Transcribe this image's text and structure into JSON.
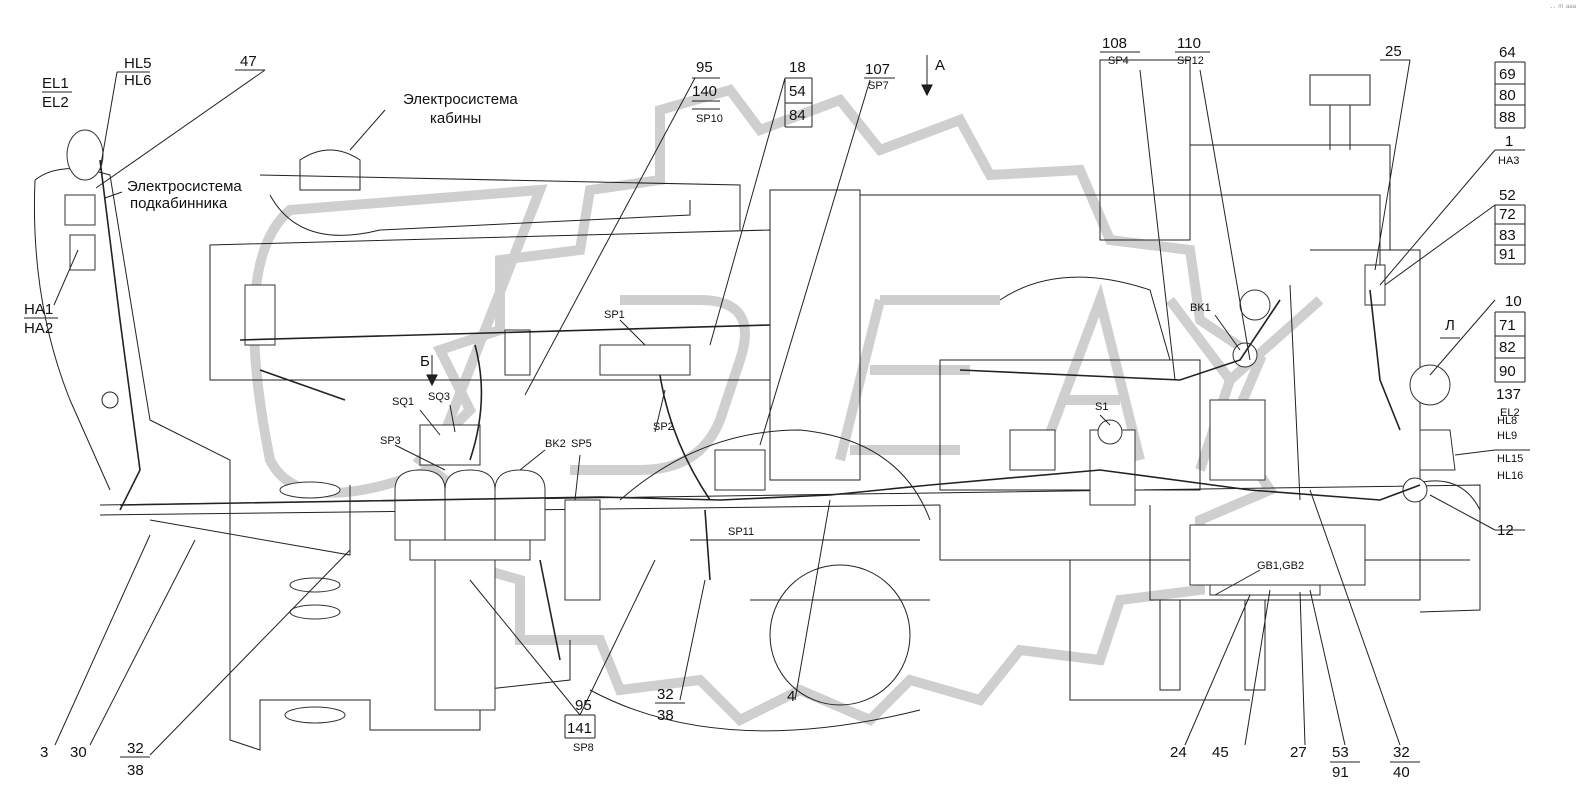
{
  "corner_mark": "·· ᵐ ᵃᵃᵃ",
  "callouts": {
    "EL1": "EL1",
    "EL2a": "EL2",
    "HL5": "HL5",
    "HL6": "HL6",
    "n47": "47",
    "HA1": "HA1",
    "HA2": "HA2",
    "el_cab_1": "Электросистема",
    "el_cab_2": "кабины",
    "el_sub_1": "Электросистема",
    "el_sub_2": "подкабинника",
    "n95a": "95",
    "n140": "140",
    "SP10": "SP10",
    "n18": "18",
    "n54": "54",
    "n84": "84",
    "n107": "107",
    "SP7": "SP7",
    "viewA": "A",
    "n108": "108",
    "SP4": "SP4",
    "n110": "110",
    "SP12": "SP12",
    "n25": "25",
    "n64": "64",
    "n69": "69",
    "n80": "80",
    "n88": "88",
    "n1": "1",
    "HA3": "HA3",
    "n52": "52",
    "n72": "72",
    "n83": "83",
    "n91a": "91",
    "n10": "10",
    "n71": "71",
    "n82": "82",
    "n90": "90",
    "n137": "137",
    "EL2b": "EL2",
    "viewL": "Л",
    "viewB": "Б",
    "SP1": "SP1",
    "SQ1": "SQ1",
    "SQ3": "SQ3",
    "SP3": "SP3",
    "BK2": "BK2",
    "SP5": "SP5",
    "SP2": "SP2",
    "SP11": "SP11",
    "BK1": "BK1",
    "S1": "S1",
    "HL8": "HL8",
    "HL9": "HL9",
    "HL15": "HL15",
    "HL16": "HL16",
    "n12": "12",
    "GB": "GB1,GB2",
    "n3": "3",
    "n30": "30",
    "n32a": "32",
    "n38a": "38",
    "n95b": "95",
    "n141": "141",
    "SP8": "SP8",
    "n32b": "32",
    "n38b": "38",
    "n4": "4",
    "n24": "24",
    "n45": "45",
    "n27": "27",
    "n53": "53",
    "n91b": "91",
    "n32c": "32",
    "n40": "40"
  }
}
